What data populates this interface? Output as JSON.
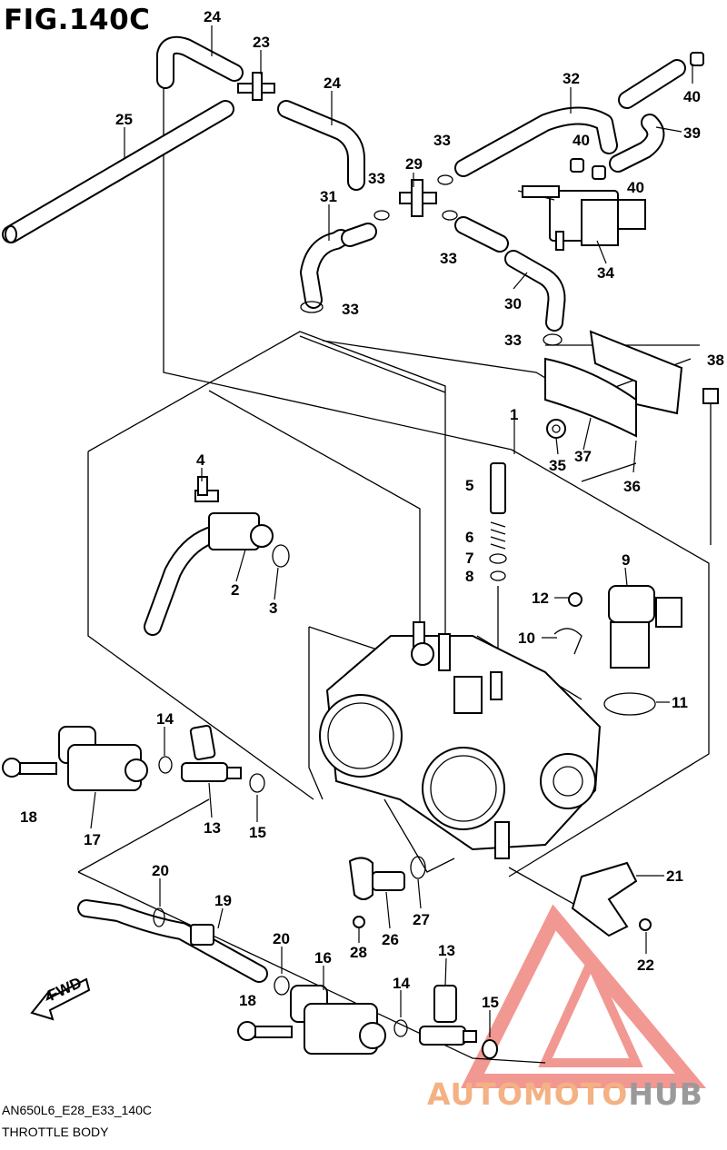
{
  "figure": {
    "title": "FIG.140C",
    "model_code": "AN650L6_E28_E33_140C",
    "caption": "THROTTLE BODY"
  },
  "callouts": [
    "1",
    "2",
    "3",
    "4",
    "5",
    "6",
    "7",
    "8",
    "9",
    "10",
    "11",
    "12",
    "13",
    "13",
    "14",
    "14",
    "15",
    "15",
    "16",
    "17",
    "18",
    "18",
    "19",
    "20",
    "20",
    "21",
    "22",
    "23",
    "24",
    "24",
    "25",
    "26",
    "27",
    "28",
    "29",
    "30",
    "31",
    "32",
    "33",
    "33",
    "33",
    "33",
    "33",
    "33",
    "34",
    "35",
    "36",
    "37",
    "38",
    "39",
    "40",
    "40",
    "40"
  ],
  "fwd_label": "FWD",
  "watermark": {
    "part1": "AUTOMOTO",
    "part2": "HUB"
  },
  "colors": {
    "line": "#000000",
    "watermark_red": "#e8443a",
    "watermark_orange": "#f4b183",
    "watermark_gray": "#9a9a9a"
  }
}
